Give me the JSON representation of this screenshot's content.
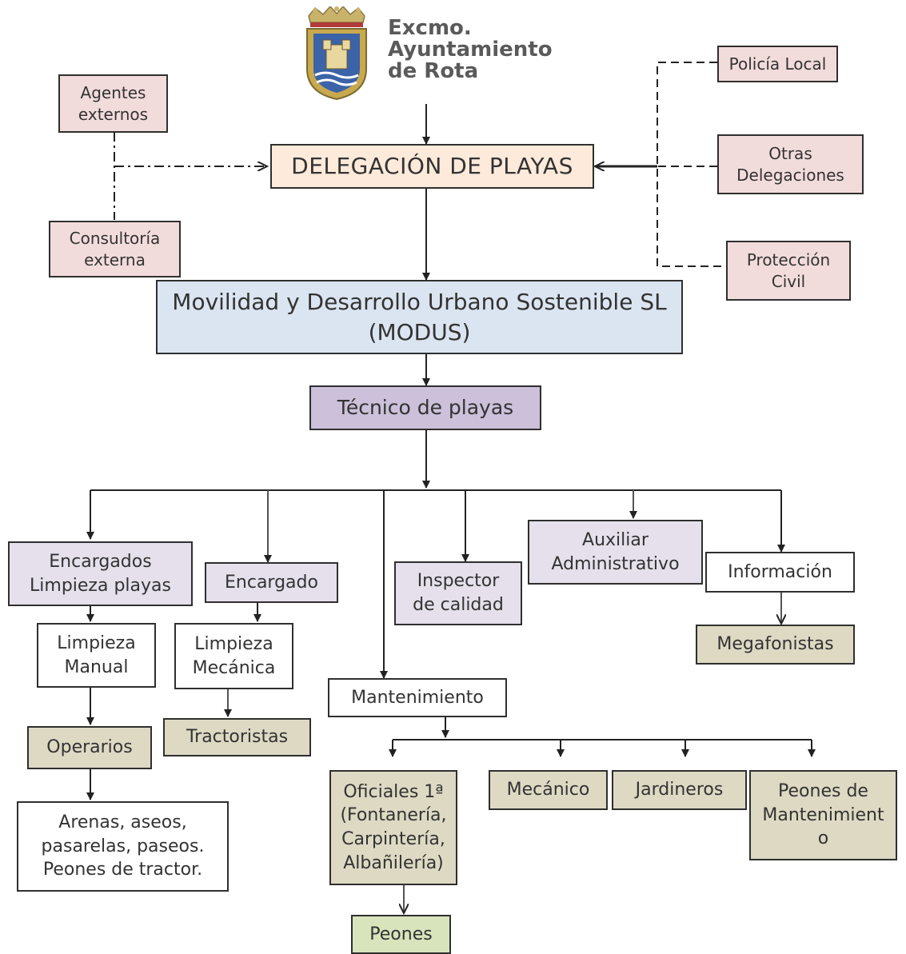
{
  "header": {
    "logo_text": "Excmo.\nAyuntamiento\nde Rota",
    "logo_icon": "coat-of-arms"
  },
  "nodes": {
    "agentes": "Agentes\nexternos",
    "consultoria": "Consultoría\nexterna",
    "delegacion": "DELEGACIÓN DE PLAYAS",
    "policia": "Policía Local",
    "otras": "Otras\nDelegaciones",
    "proteccion": "Protección\nCivil",
    "modus": "Movilidad y Desarrollo Urbano Sostenible SL\n(MODUS)",
    "tecnico": "Técnico de playas",
    "encargados_limpieza": "Encargados\nLimpieza playas",
    "encargado": "Encargado",
    "inspector": "Inspector\nde calidad",
    "auxiliar": "Auxiliar\nAdministrativo",
    "informacion": "Información",
    "limpieza_manual": "Limpieza\nManual",
    "limpieza_mecanica": "Limpieza\nMecánica",
    "megafonistas": "Megafonistas",
    "mantenimiento": "Mantenimiento",
    "operarios": "Operarios",
    "tractoristas": "Tractoristas",
    "arenas": "Arenas, aseos,\npasarelas, paseos.\nPeones de tractor.",
    "oficiales": "Oficiales 1ª\n(Fontanería,\nCarpintería,\nAlbañilería)",
    "mecanico": "Mecánico",
    "jardineros": "Jardineros",
    "peones_mant": "Peones de\nMantenimient\no",
    "peones": "Peones"
  },
  "colors": {
    "pink": "#f2dcdb",
    "peach": "#fdeada",
    "blue": "#dbe5f1",
    "lavender": "#ccc0da",
    "lavender_light": "#e5e0ec",
    "tan": "#ddd9c3",
    "green": "#d7e4bc",
    "line": "#222222"
  }
}
